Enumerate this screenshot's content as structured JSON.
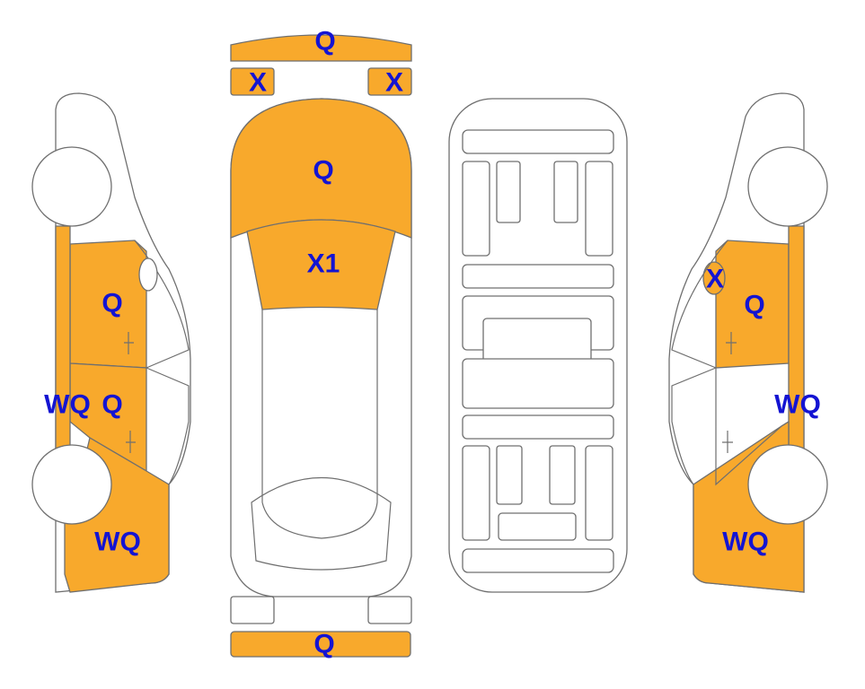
{
  "colors": {
    "damaged_fill": "#f8a92c",
    "undamaged_fill": "#ffffff",
    "outline": "#6f6f6f",
    "code_text": "#1414d2"
  },
  "codes": {
    "top_front_bumper": "Q",
    "top_left_headlight": "X",
    "top_right_headlight": "X",
    "top_hood": "Q",
    "top_windshield": "X1",
    "top_rear_bumper": "Q",
    "left_front_door": "Q",
    "left_rear_door": "Q",
    "left_rocker": "WQ",
    "left_rear_quarter": "WQ",
    "right_mirror": "X",
    "right_front_door": "Q",
    "right_rocker": "WQ",
    "right_rear_quarter": "WQ"
  }
}
